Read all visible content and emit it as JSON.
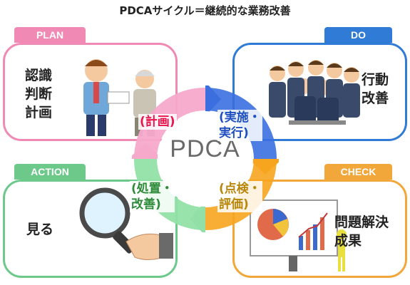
{
  "title": "PDCAサイクル＝継続的な業務改善",
  "center_label": "PDCA",
  "plan": {
    "tab": "PLAN",
    "text": "認識\n判断\n計画",
    "cycle_label": "(計画)"
  },
  "do": {
    "tab": "DO",
    "text": "行動\n改善",
    "cycle_label": "(実施・\n実行)"
  },
  "action": {
    "tab": "ACTION",
    "text": "見る",
    "cycle_label": "(処置・\n改善)"
  },
  "check": {
    "tab": "CHECK",
    "text": "問題解決\n成果",
    "cycle_label": "(点検・\n評価)"
  },
  "colors": {
    "plan": "#f08ab4",
    "do": "#2f7bd6",
    "action": "#6cc98a",
    "check": "#f2a73b",
    "plan_label": "#e8144c",
    "do_label": "#1f4fc0",
    "action_label": "#2e8b3a",
    "check_label": "#b8860b"
  }
}
